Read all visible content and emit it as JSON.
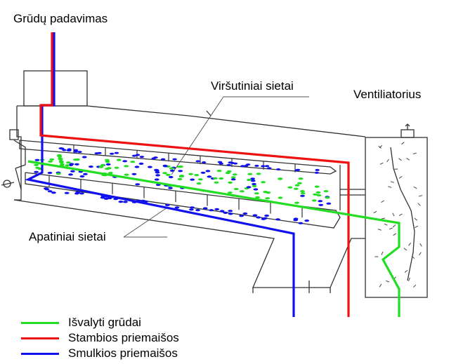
{
  "labels": {
    "grain_feed": "Grūdų padavimas",
    "upper_sieves": "Viršutiniai sietai",
    "fan": "Ventiliatorius",
    "lower_sieves": "Apatiniai sietai"
  },
  "legend": [
    {
      "key": "clean",
      "label": "Išvalyti grūdai",
      "color": "#22dd22"
    },
    {
      "key": "coarse",
      "label": "Stambios priemaišos",
      "color": "#ee1111"
    },
    {
      "key": "fine",
      "label": "Smulkios priemaišos",
      "color": "#1111ee"
    }
  ],
  "colors": {
    "outline": "#333333",
    "clean_grain": "#22dd22",
    "coarse_impurities": "#ee1111",
    "fine_impurities": "#1111ee"
  }
}
